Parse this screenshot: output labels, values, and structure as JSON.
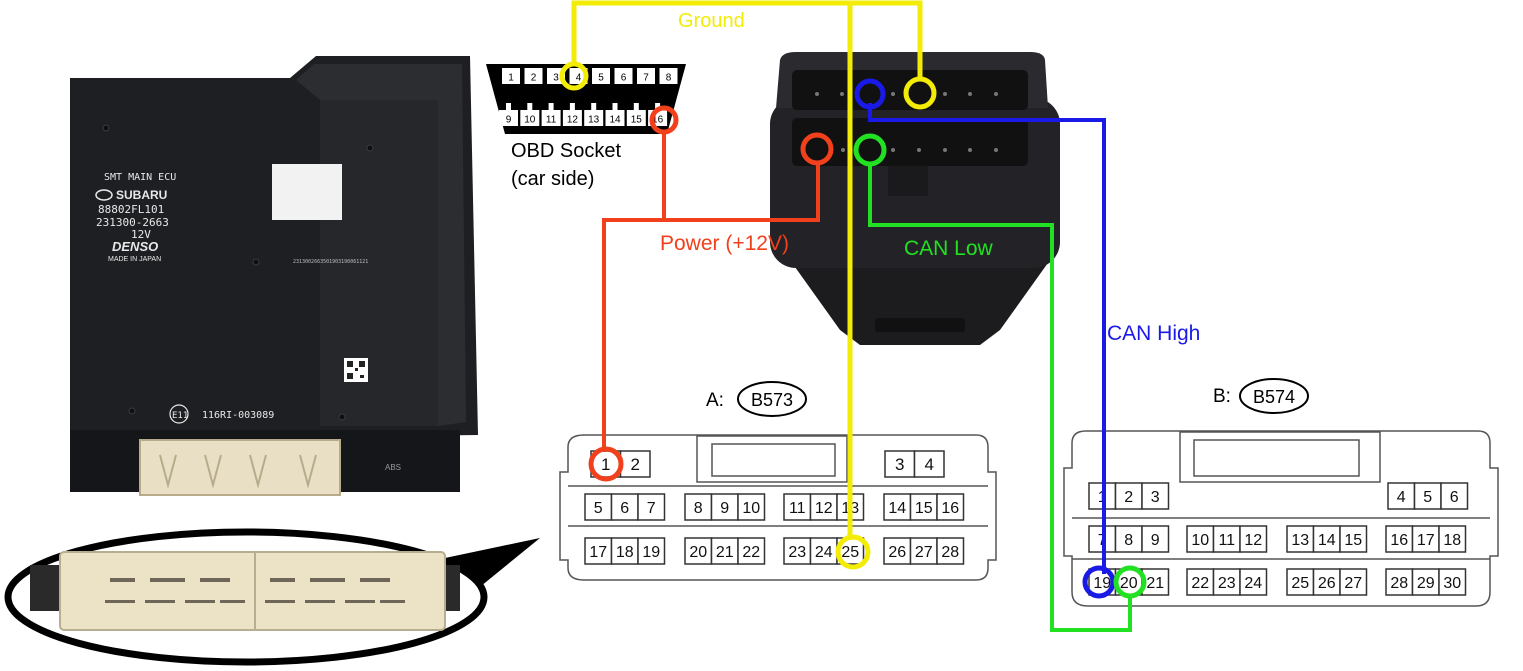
{
  "ecu": {
    "title": "SMT MAIN ECU",
    "brand": "SUBARU",
    "part_number": "88802FL101",
    "serial": "231300-2663",
    "voltage": "12V",
    "maker": "DENSO",
    "origin": "MADE IN JAPAN",
    "barcode_text": "2313002663501903190061121",
    "approval_mark": "E11",
    "approval_number": "116RI-003089",
    "abs_marking": "ABS"
  },
  "obd_socket": {
    "label_line1": "OBD Socket",
    "label_line2": "(car side)",
    "top_pins": [
      "1",
      "2",
      "3",
      "4",
      "5",
      "6",
      "7",
      "8"
    ],
    "bottom_pins": [
      "9",
      "10",
      "11",
      "12",
      "13",
      "14",
      "15",
      "16"
    ]
  },
  "wires": {
    "ground": "Ground",
    "power": "Power (+12V)",
    "can_low": "CAN Low",
    "can_high": "CAN High"
  },
  "colors": {
    "ground": "#f2ec06",
    "power": "#f0401c",
    "can_low": "#22e022",
    "can_high": "#1a1ae6"
  },
  "connector_a": {
    "prefix": "A:",
    "name": "B573",
    "top_left": [
      "1",
      "2"
    ],
    "top_right": [
      "3",
      "4"
    ],
    "row2": [
      [
        "5",
        "6",
        "7"
      ],
      [
        "8",
        "9",
        "10"
      ],
      [
        "11",
        "12",
        "13"
      ],
      [
        "14",
        "15",
        "16"
      ]
    ],
    "row3": [
      [
        "17",
        "18",
        "19"
      ],
      [
        "20",
        "21",
        "22"
      ],
      [
        "23",
        "24",
        "25"
      ],
      [
        "26",
        "27",
        "28"
      ]
    ]
  },
  "connector_b": {
    "prefix": "B:",
    "name": "B574",
    "top_left": [
      "1",
      "2",
      "3"
    ],
    "top_right": [
      "4",
      "5",
      "6"
    ],
    "row2": [
      [
        "7",
        "8",
        "9"
      ],
      [
        "10",
        "11",
        "12"
      ],
      [
        "13",
        "14",
        "15"
      ],
      [
        "16",
        "17",
        "18"
      ]
    ],
    "row3": [
      [
        "19",
        "20",
        "21"
      ],
      [
        "22",
        "23",
        "24"
      ],
      [
        "25",
        "26",
        "27"
      ],
      [
        "28",
        "29",
        "30"
      ]
    ]
  }
}
